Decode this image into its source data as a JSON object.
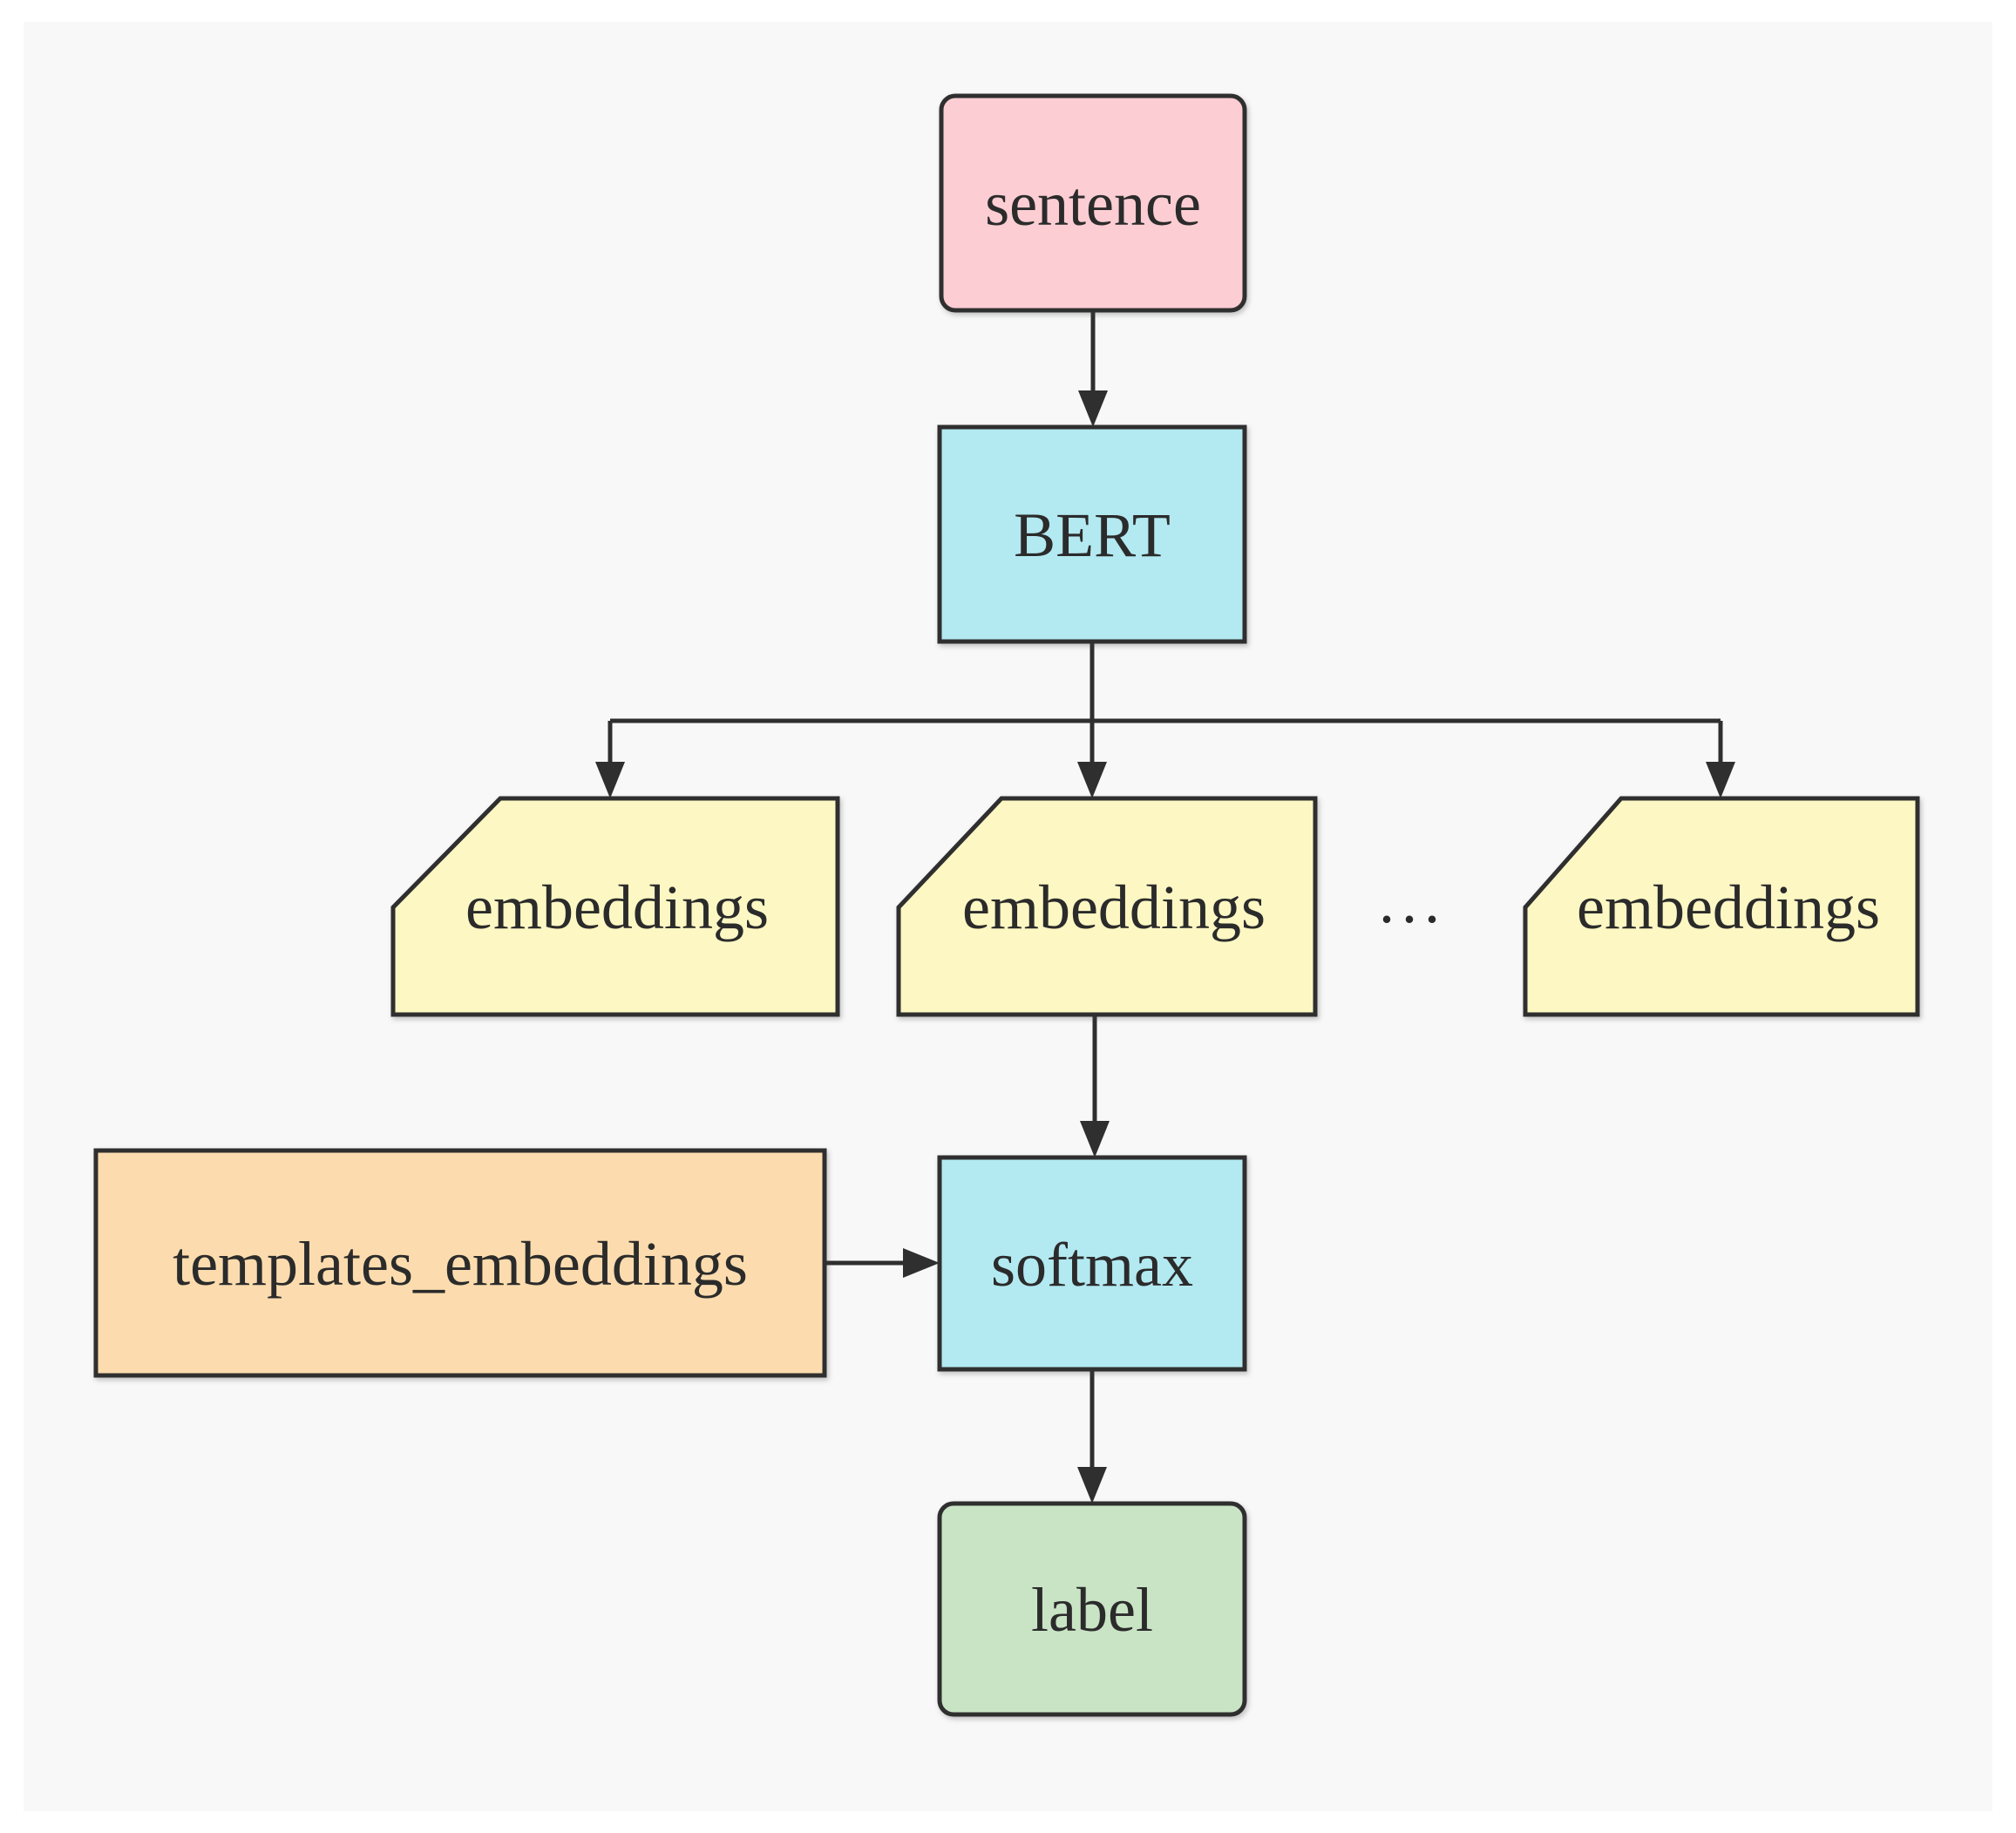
{
  "diagram": {
    "title": "sentence-to-label classification flow",
    "colors": {
      "page_background": "#ffffff",
      "panel_background": "#f8f8f8",
      "line": "#2f2f2f",
      "text": "#2b2b2b",
      "pink": "#fccdd3",
      "cyan": "#b3e9f1",
      "yellow": "#fdf7c3",
      "orange": "#fcdcae",
      "green": "#c9e4c5"
    },
    "nodes": {
      "sentence": {
        "label": "sentence",
        "fill": "#fccdd3",
        "shape": "rounded-rect"
      },
      "bert": {
        "label": "BERT",
        "fill": "#b3e9f1",
        "shape": "rect"
      },
      "embeddings_left": {
        "label": "embeddings",
        "fill": "#fdf7c3",
        "shape": "card"
      },
      "embeddings_middle": {
        "label": "embeddings",
        "fill": "#fdf7c3",
        "shape": "card"
      },
      "embeddings_right": {
        "label": "embeddings",
        "fill": "#fdf7c3",
        "shape": "card"
      },
      "ellipsis": {
        "label": "..."
      },
      "templates_embeddings": {
        "label": "templates_embeddings",
        "fill": "#fcdcae",
        "shape": "rect"
      },
      "softmax": {
        "label": "softmax",
        "fill": "#b3e9f1",
        "shape": "rect"
      },
      "label": {
        "label": "label",
        "fill": "#c9e4c5",
        "shape": "rounded-rect"
      }
    },
    "edges": [
      {
        "from": "sentence",
        "to": "bert",
        "arrow": true
      },
      {
        "from": "bert",
        "to": "embeddings_left",
        "arrow": true
      },
      {
        "from": "bert",
        "to": "embeddings_middle",
        "arrow": true
      },
      {
        "from": "bert",
        "to": "embeddings_right",
        "arrow": true
      },
      {
        "from": "embeddings_middle",
        "to": "softmax",
        "arrow": true
      },
      {
        "from": "templates_embeddings",
        "to": "softmax",
        "arrow": true
      },
      {
        "from": "softmax",
        "to": "label",
        "arrow": true
      }
    ]
  }
}
